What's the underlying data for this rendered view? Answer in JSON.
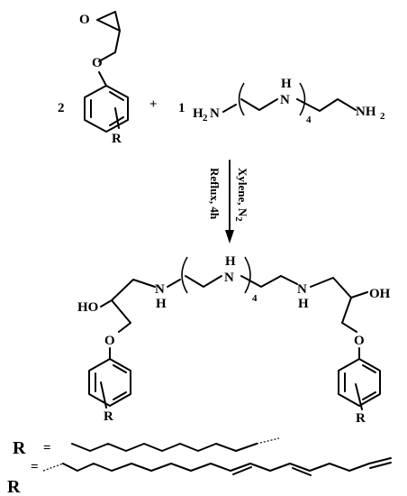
{
  "reactants": {
    "coef_epoxide": "2",
    "plus": "+",
    "coef_amine": "1",
    "epoxide_oxygen": "O",
    "ether_oxygen": "O",
    "ring_substituent": "R",
    "amine_left": "H",
    "amine_left_sub": "2",
    "amine_left_n": "N",
    "amine_nh_h": "H",
    "amine_nh_n": "N",
    "repeat": "4",
    "amine_right": "NH",
    "amine_right_sub": "2"
  },
  "conditions": {
    "above_main": "Xylene, N",
    "above_sub": "2",
    "below": "Reflux, 4h"
  },
  "product": {
    "ho_left": "HO",
    "oh_right": "OH",
    "nh_left_n": "N",
    "nh_left_h": "H",
    "nh_mid_h": "H",
    "nh_mid_n": "N",
    "repeat": "4",
    "nh_right_n": "N",
    "nh_right_h": "H",
    "o_left": "O",
    "o_right": "O",
    "r_left": "R",
    "r_right": "R"
  },
  "legend": {
    "r1_symbol": "R",
    "r1_equals": "=",
    "r2_symbol": "R",
    "r2_equals": "="
  }
}
